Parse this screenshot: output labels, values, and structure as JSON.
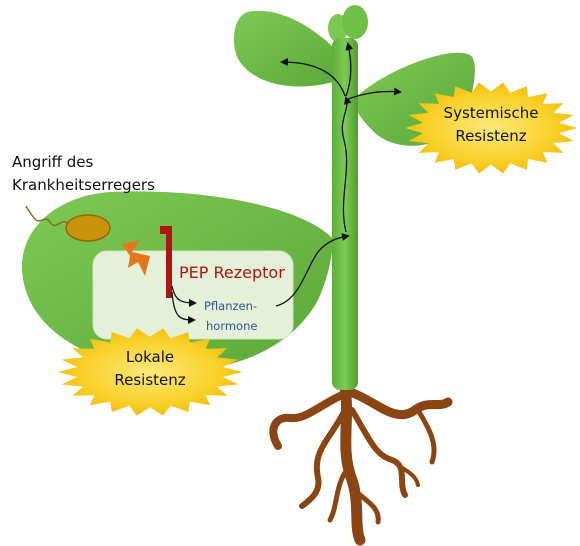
{
  "labels": {
    "pathogen_attack_line1": "Angriff des",
    "pathogen_attack_line2": "Krankheitserregers",
    "receptor": "PEP Rezeptor",
    "hormones_line1": "Pflanzen-",
    "hormones_line2": "hormone",
    "local_resistance_line1": "Lokale",
    "local_resistance_line2": "Resistenz",
    "systemic_resistance_line1": "Systemische",
    "systemic_resistance_line2": "Resistenz"
  },
  "colors": {
    "leaf": "#6dbb45",
    "stem": "#5aac3a",
    "root": "#8b4513",
    "receptor": "#b01515",
    "hormone_text": "#2f5597",
    "starburst": "#f7c415",
    "cell_fill": "#e4f0d8",
    "pathogen": "#c8940c",
    "lightning": "#e2781a"
  }
}
